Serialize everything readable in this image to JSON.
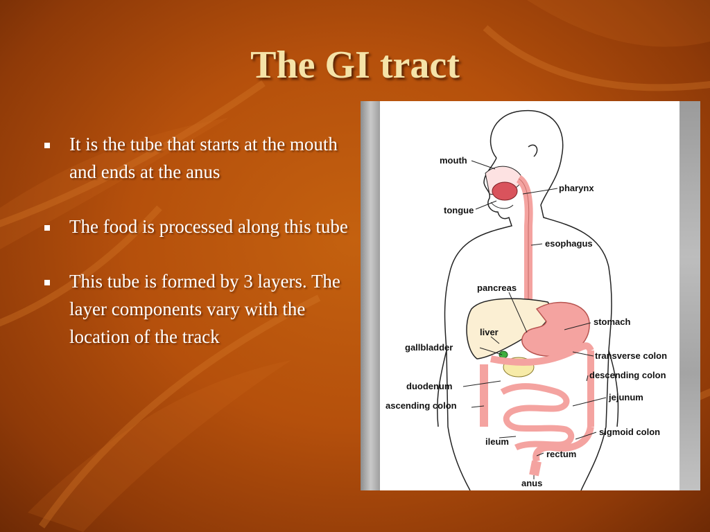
{
  "slide": {
    "title": "The GI tract",
    "bullets": [
      "It is the tube that starts at the mouth and ends at the anus",
      "The food is processed along this tube",
      "This tube is formed by 3 layers.  The layer components vary with the location of the track"
    ]
  },
  "figure": {
    "labels": {
      "mouth": "mouth",
      "pharynx": "pharynx",
      "tongue": "tongue",
      "esophagus": "esophagus",
      "pancreas": "pancreas",
      "stomach": "stomach",
      "liver": "liver",
      "gallbladder": "gallbladder",
      "transverse_colon": "transverse colon",
      "descending_colon": "descending colon",
      "duodenum": "duodenum",
      "jejunum": "jejunum",
      "ascending_colon": "ascending colon",
      "sigmoid_colon": "sigmoid colon",
      "ileum": "ileum",
      "rectum": "rectum",
      "anus": "anus"
    }
  },
  "colors": {
    "title": "#f5e3a8",
    "background": "#b5500c",
    "organ_pink": "#f4a3a0",
    "liver_yellow": "#f7eba8",
    "gallbladder_green": "#3fae3f"
  }
}
